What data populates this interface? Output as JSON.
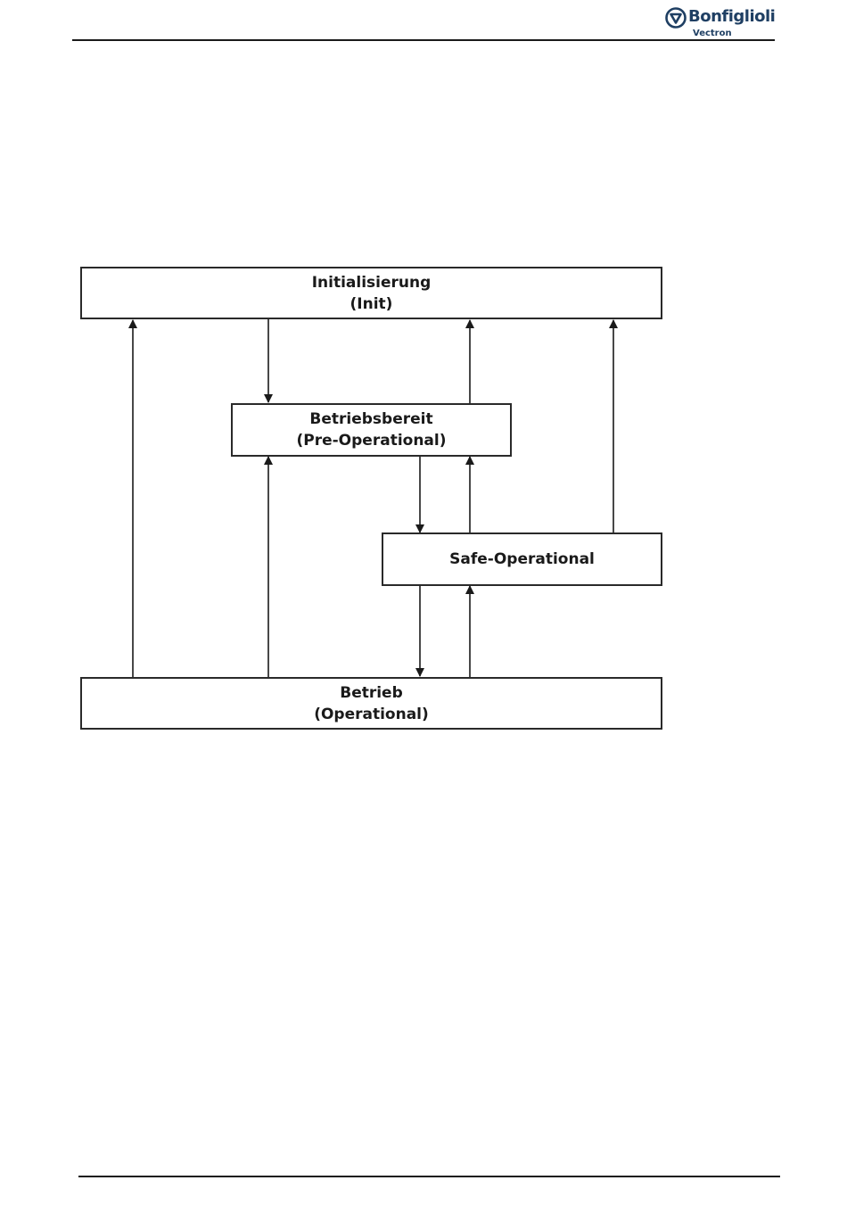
{
  "header": {
    "logo": {
      "name": "Bonfiglioli",
      "sub": "Vectron",
      "icon": "bonfiglioli-logo-icon",
      "color": "#1f3f63"
    }
  },
  "diagram": {
    "states": {
      "init": {
        "line1": "Initialisierung",
        "line2": "(Init)"
      },
      "preop": {
        "line1": "Betriebsbereit",
        "line2": "(Pre-Operational)"
      },
      "safeop": {
        "line1": "Safe-Operational"
      },
      "op": {
        "line1": "Betrieb",
        "line2": "(Operational)"
      }
    },
    "transitions": [
      {
        "from": "init",
        "to": "preop"
      },
      {
        "from": "preop",
        "to": "init"
      },
      {
        "from": "safeop",
        "to": "init"
      },
      {
        "from": "op",
        "to": "init"
      },
      {
        "from": "preop",
        "to": "safeop"
      },
      {
        "from": "safeop",
        "to": "preop"
      },
      {
        "from": "op",
        "to": "preop"
      },
      {
        "from": "safeop",
        "to": "op"
      },
      {
        "from": "op",
        "to": "safeop"
      }
    ]
  }
}
